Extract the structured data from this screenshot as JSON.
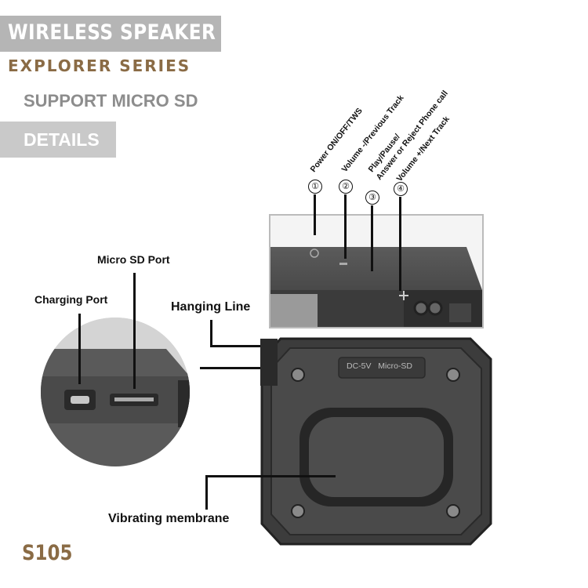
{
  "header": {
    "title": "WIRELESS SPEAKER",
    "series": "EXPLORER SERIES",
    "feature": "SUPPORT MICRO SD",
    "section": "DETAILS"
  },
  "buttons": [
    {
      "num": "①",
      "label": "Power ON/OFF/TWS"
    },
    {
      "num": "②",
      "label": "Volume -/Previous Track"
    },
    {
      "num": "③",
      "label": "Play/Pause/",
      "label2": "Answer or Reject Phone call"
    },
    {
      "num": "④",
      "label": "Volume +/Next Track"
    }
  ],
  "callouts": {
    "micro_sd_port": "Micro SD Port",
    "charging_port": "Charging Port",
    "hanging_line": "Hanging Line",
    "vibrating_membrane": "Vibrating membrane"
  },
  "port_label": "DC-5V   Micro-SD",
  "model": "S105",
  "colors": {
    "accent": "#8a6b45",
    "banner": "#b5b5b5",
    "details_banner": "#c9c9c9"
  }
}
